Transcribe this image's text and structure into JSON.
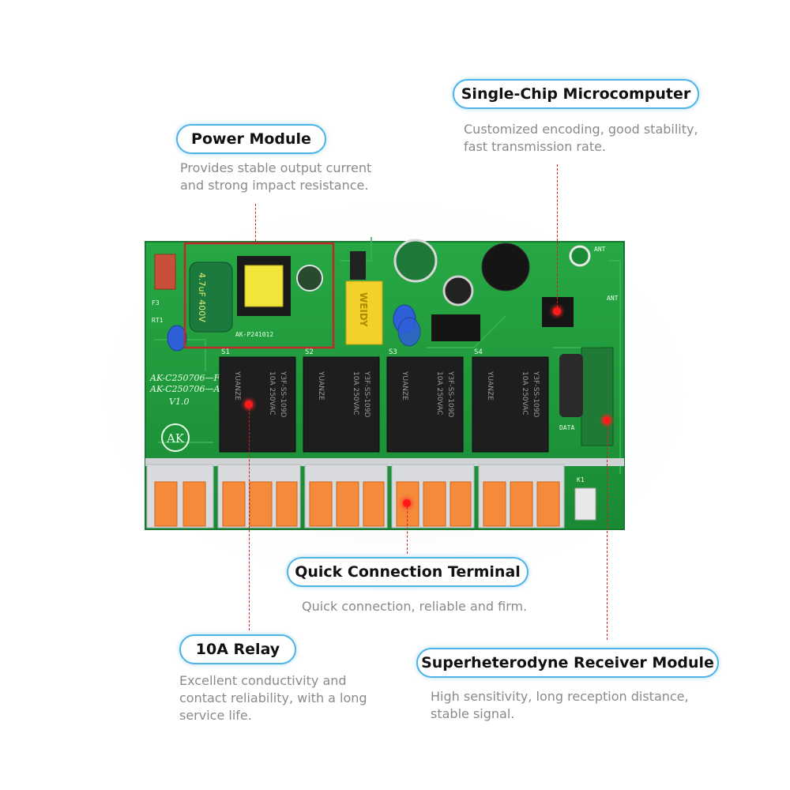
{
  "callouts": {
    "power": {
      "title": "Power Module",
      "desc": [
        "Provides stable output current",
        "and strong impact resistance."
      ]
    },
    "mcu": {
      "title": "Single-Chip Microcomputer",
      "desc": [
        "Customized encoding, good stability,",
        "fast transmission rate."
      ]
    },
    "terminal": {
      "title": "Quick Connection Terminal",
      "desc": [
        "Quick connection, reliable and firm."
      ]
    },
    "relay": {
      "title": "10A Relay",
      "desc": [
        "Excellent conductivity and",
        "contact reliability, with a long",
        "service life."
      ]
    },
    "receiver": {
      "title": "Superheterodyne Receiver Module",
      "desc": [
        "High sensitivity, long reception distance,",
        "stable signal."
      ]
    }
  },
  "board": {
    "model_lines": [
      "AK-C250706—F",
      "AK-C250706—A",
      "V1.0"
    ],
    "logo": "AK",
    "relay_brand": "YUANZE",
    "relay_model": "Y3F-SS-109D",
    "relay_rating": [
      "10A 250VAC",
      "10A 250VAC"
    ],
    "relay_ids": [
      "S1",
      "S2",
      "S3",
      "S4"
    ],
    "capacitor_label": "4.7uF 400V",
    "power_ic_label": "AK-P241012",
    "yellow_cap_label": "WEIDY",
    "ant_labels": [
      "ANT",
      "ANT"
    ],
    "data_label": "DATA",
    "key_label": "K1"
  },
  "colors": {
    "pcb": "#1f9a3c",
    "pill_border": "#4fb3e6",
    "terminal": "#f58a3a",
    "marker": "#ff1a1a"
  }
}
